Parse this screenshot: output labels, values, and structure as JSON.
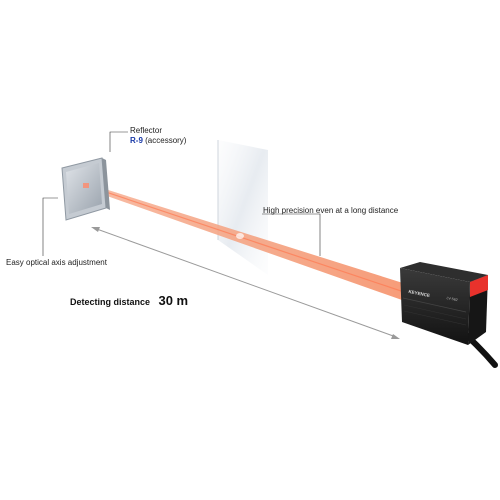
{
  "labels": {
    "reflector_title": "Reflector",
    "reflector_model": "R-9",
    "reflector_note": "(accessory)",
    "high_precision": "High precision even at a long distance",
    "optical_axis": "Easy optical axis adjustment",
    "detecting_distance_text": "Detecting distance",
    "detecting_distance_value": "30 m"
  },
  "sensor": {
    "brand": "KEYENCE",
    "model": "LV-S62"
  },
  "colors": {
    "beam": "#f4a07e",
    "beam_core": "#ff7a52",
    "sensor_body": "#1e1e1e",
    "sensor_indicator": "#e8322c",
    "accent_text": "#1a3aa8"
  }
}
